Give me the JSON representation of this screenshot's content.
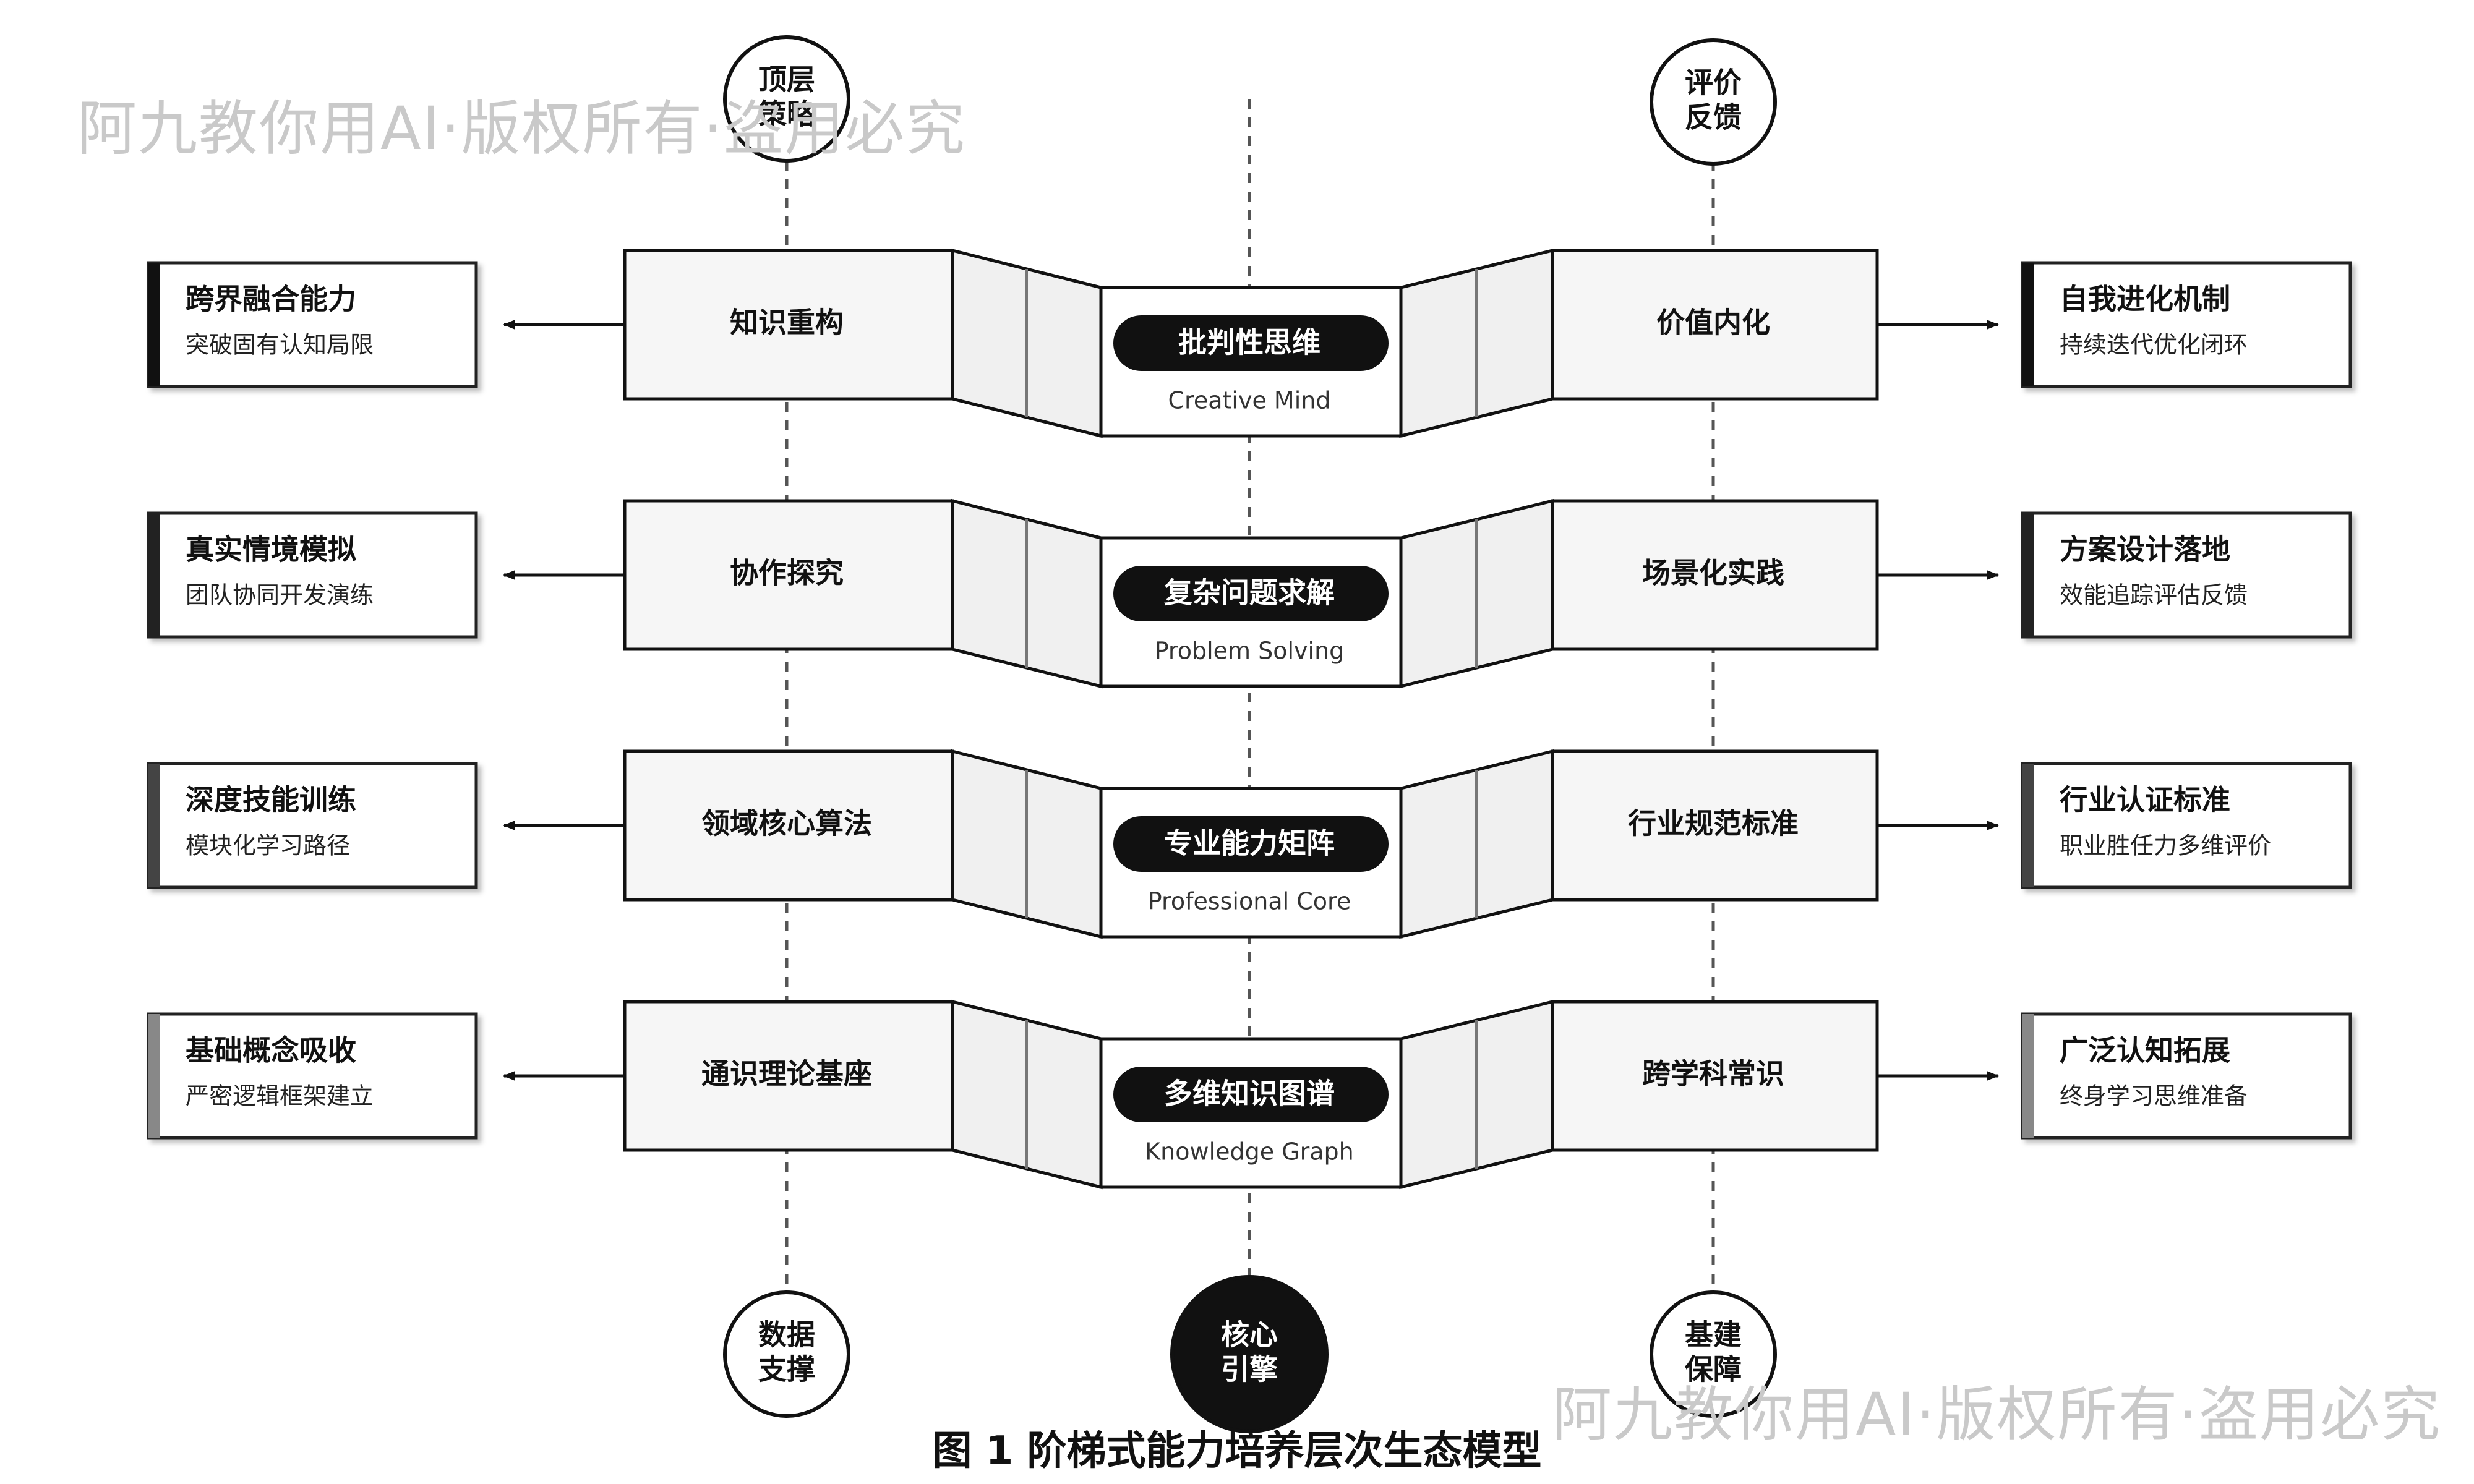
{
  "top_nodes": {
    "left": "顶层\n策略",
    "right": "评价\n反馈"
  },
  "bottom_nodes": {
    "left": "数据\n支撑",
    "center": "核心\n引擎",
    "right": "基建\n保障"
  },
  "layers": [
    {
      "center_title": "批判性思维",
      "center_subtitle": "Creative Mind",
      "left_label": "知识重构",
      "right_label": "价值内化",
      "left_card": {
        "title": "跨界融合能力",
        "desc": "突破固有认知局限"
      },
      "right_card": {
        "title": "自我进化机制",
        "desc": "持续迭代优化闭环"
      }
    },
    {
      "center_title": "复杂问题求解",
      "center_subtitle": "Problem Solving",
      "left_label": "协作探究",
      "right_label": "场景化实践",
      "left_card": {
        "title": "真实情境模拟",
        "desc": "团队协同开发演练"
      },
      "right_card": {
        "title": "方案设计落地",
        "desc": "效能追踪评估反馈"
      }
    },
    {
      "center_title": "专业能力矩阵",
      "center_subtitle": "Professional Core",
      "left_label": "领域核心算法",
      "right_label": "行业规范标准",
      "left_card": {
        "title": "深度技能训练",
        "desc": "模块化学习路径"
      },
      "right_card": {
        "title": "行业认证标准",
        "desc": "职业胜任力多维评价"
      }
    },
    {
      "center_title": "多维知识图谱",
      "center_subtitle": "Knowledge Graph",
      "left_label": "通识理论基座",
      "right_label": "跨学科常识",
      "left_card": {
        "title": "基础概念吸收",
        "desc": "严密逻辑框架建立"
      },
      "right_card": {
        "title": "广泛认知拓展",
        "desc": "终身学习思维准备"
      }
    }
  ],
  "caption": "图 1 阶梯式能力培养层次生态模型",
  "watermark": "阿九教你用AI·版权所有·盗用必究",
  "colors": {
    "ink": "#111111",
    "panel": "#f5f5f5",
    "accent_bars": [
      "#111111",
      "#222222",
      "#444444",
      "#888888"
    ],
    "watermark": "#c9c9c9"
  }
}
